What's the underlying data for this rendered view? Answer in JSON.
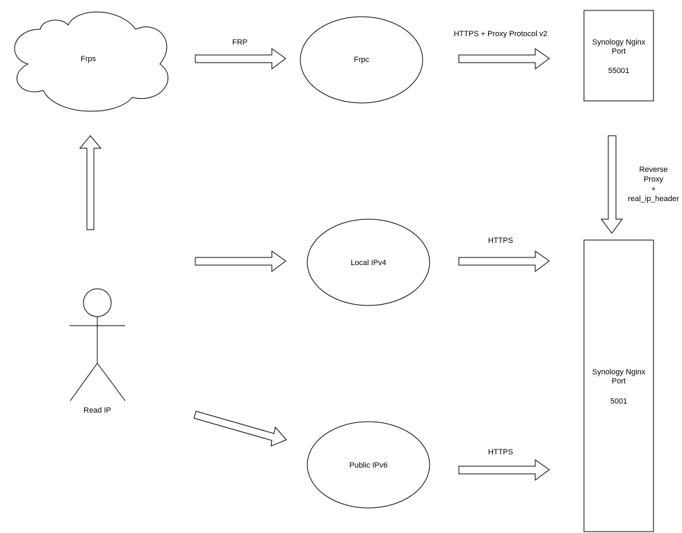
{
  "diagram": {
    "nodes": {
      "frps": "Frps",
      "frpc": "Frpc",
      "local_ipv4": "Local IPv4",
      "public_ipv6": "Public IPv6",
      "synology_55001": {
        "line1": "Synology Nginx",
        "line2": "Port",
        "port": "55001"
      },
      "synology_5001": {
        "line1": "Synology Nginx",
        "line2": "Port",
        "port": "5001"
      },
      "actor": "Read IP"
    },
    "edges": {
      "frps_to_frpc": "FRP",
      "frpc_to_synology": "HTTPS + Proxy Protocol v2",
      "reverse_proxy": {
        "line1": "Reverse",
        "line2": "Proxy",
        "line3": "+",
        "line4": "real_ip_header"
      },
      "local_to_synology": "HTTPS",
      "public_to_synology": "HTTPS"
    }
  }
}
